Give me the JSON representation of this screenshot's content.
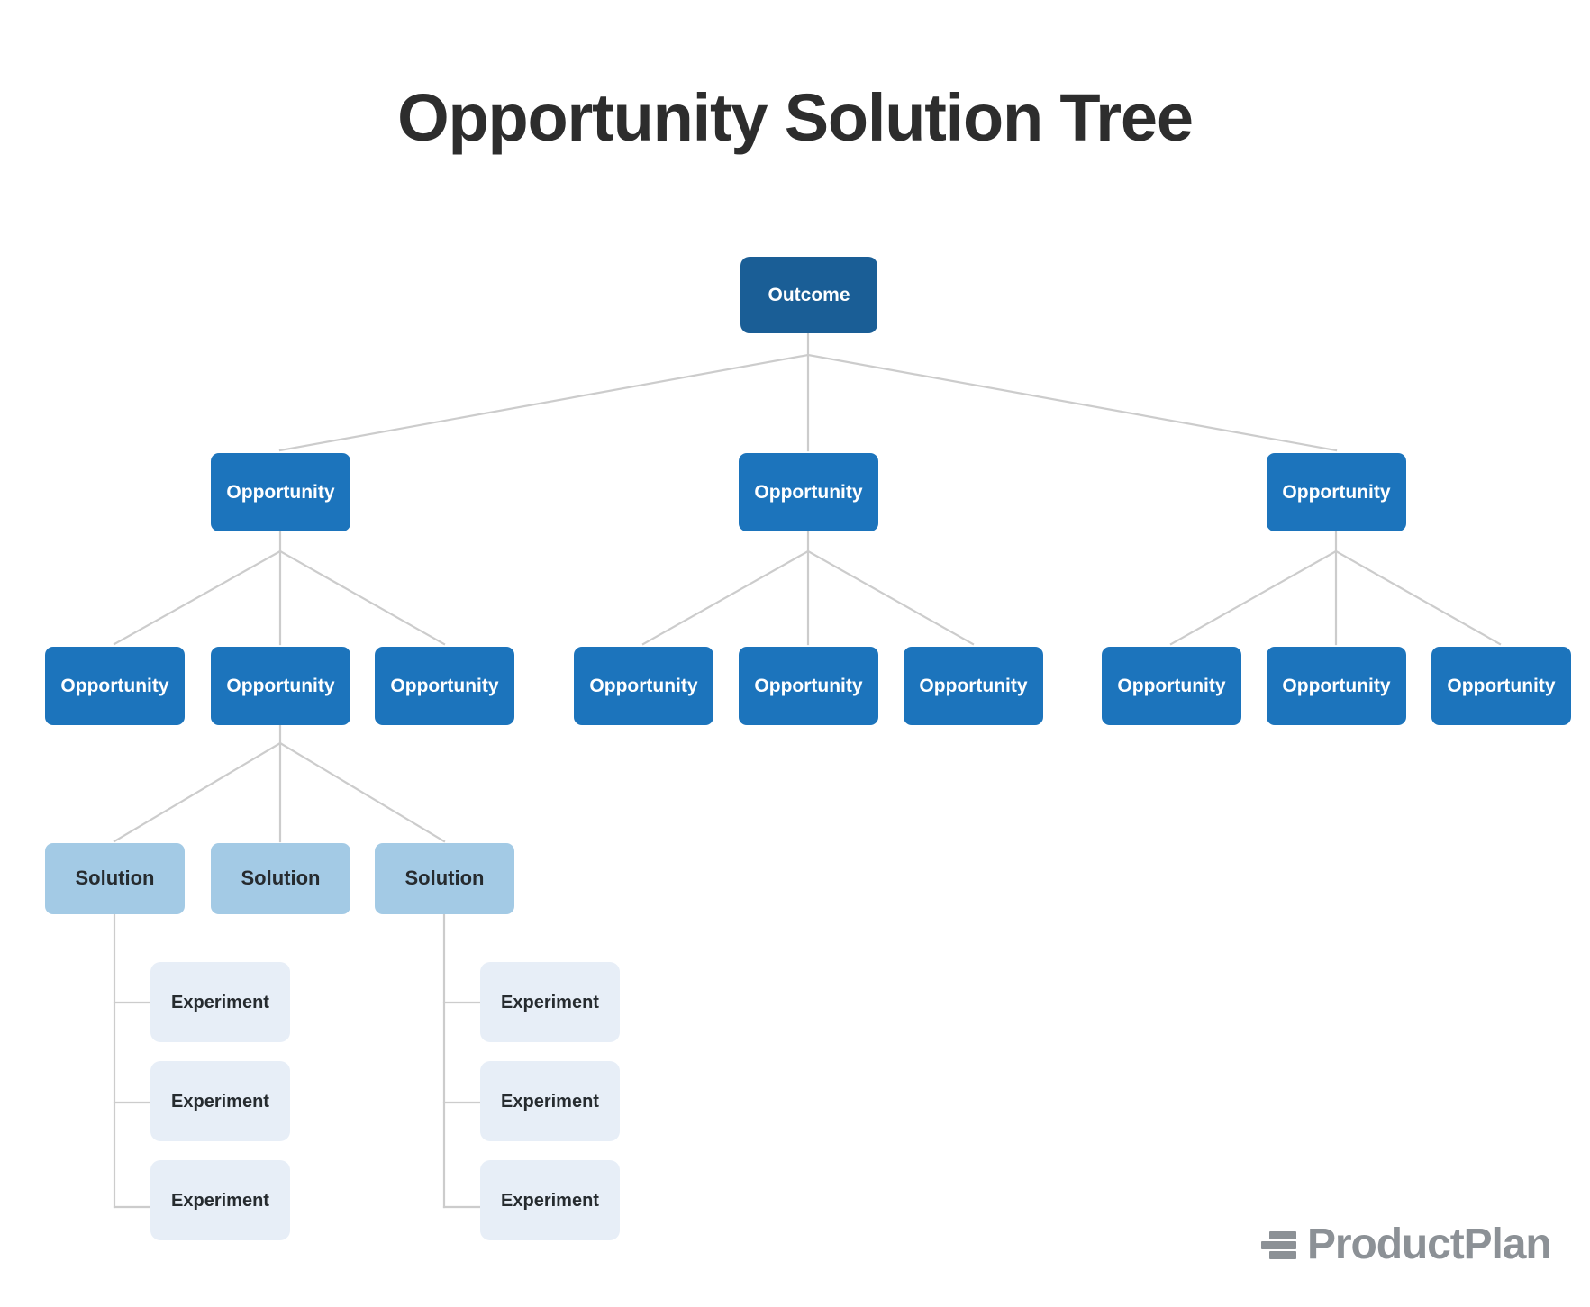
{
  "title": "Opportunity Solution Tree",
  "colors": {
    "background": "#ffffff",
    "title_text": "#2d2d2d",
    "outcome_fill": "#1a5e96",
    "outcome_text": "#ffffff",
    "opportunity_fill": "#1c74bc",
    "opportunity_text": "#ffffff",
    "solution_fill": "#a3cae5",
    "solution_text": "#262b2f",
    "experiment_fill": "#e7eef7",
    "experiment_text": "#262b2f",
    "connector_line": "#cccccc",
    "brand_gray": "#8c9196"
  },
  "brand": {
    "name": "ProductPlan",
    "mark": "three-bars-icon"
  },
  "labels": {
    "outcome": "Outcome",
    "opportunity": "Opportunity",
    "solution": "Solution",
    "experiment": "Experiment"
  },
  "tree": {
    "root": {
      "id": "outcome",
      "label": "Outcome",
      "type": "outcome"
    },
    "level1": [
      {
        "id": "opp-1",
        "label": "Opportunity",
        "type": "opportunity"
      },
      {
        "id": "opp-2",
        "label": "Opportunity",
        "type": "opportunity"
      },
      {
        "id": "opp-3",
        "label": "Opportunity",
        "type": "opportunity"
      }
    ],
    "level2": [
      {
        "id": "opp-1-1",
        "label": "Opportunity",
        "type": "opportunity",
        "parent": "opp-1"
      },
      {
        "id": "opp-1-2",
        "label": "Opportunity",
        "type": "opportunity",
        "parent": "opp-1"
      },
      {
        "id": "opp-1-3",
        "label": "Opportunity",
        "type": "opportunity",
        "parent": "opp-1"
      },
      {
        "id": "opp-2-1",
        "label": "Opportunity",
        "type": "opportunity",
        "parent": "opp-2"
      },
      {
        "id": "opp-2-2",
        "label": "Opportunity",
        "type": "opportunity",
        "parent": "opp-2"
      },
      {
        "id": "opp-2-3",
        "label": "Opportunity",
        "type": "opportunity",
        "parent": "opp-2"
      },
      {
        "id": "opp-3-1",
        "label": "Opportunity",
        "type": "opportunity",
        "parent": "opp-3"
      },
      {
        "id": "opp-3-2",
        "label": "Opportunity",
        "type": "opportunity",
        "parent": "opp-3"
      },
      {
        "id": "opp-3-3",
        "label": "Opportunity",
        "type": "opportunity",
        "parent": "opp-3"
      }
    ],
    "solutions": [
      {
        "id": "sol-1",
        "label": "Solution",
        "type": "solution",
        "parent": "opp-1-2"
      },
      {
        "id": "sol-2",
        "label": "Solution",
        "type": "solution",
        "parent": "opp-1-2"
      },
      {
        "id": "sol-3",
        "label": "Solution",
        "type": "solution",
        "parent": "opp-1-2"
      }
    ],
    "experiments": [
      {
        "id": "exp-1-1",
        "label": "Experiment",
        "type": "experiment",
        "parent": "sol-1"
      },
      {
        "id": "exp-1-2",
        "label": "Experiment",
        "type": "experiment",
        "parent": "sol-1"
      },
      {
        "id": "exp-1-3",
        "label": "Experiment",
        "type": "experiment",
        "parent": "sol-1"
      },
      {
        "id": "exp-3-1",
        "label": "Experiment",
        "type": "experiment",
        "parent": "sol-3"
      },
      {
        "id": "exp-3-2",
        "label": "Experiment",
        "type": "experiment",
        "parent": "sol-3"
      },
      {
        "id": "exp-3-3",
        "label": "Experiment",
        "type": "experiment",
        "parent": "sol-3"
      }
    ]
  }
}
